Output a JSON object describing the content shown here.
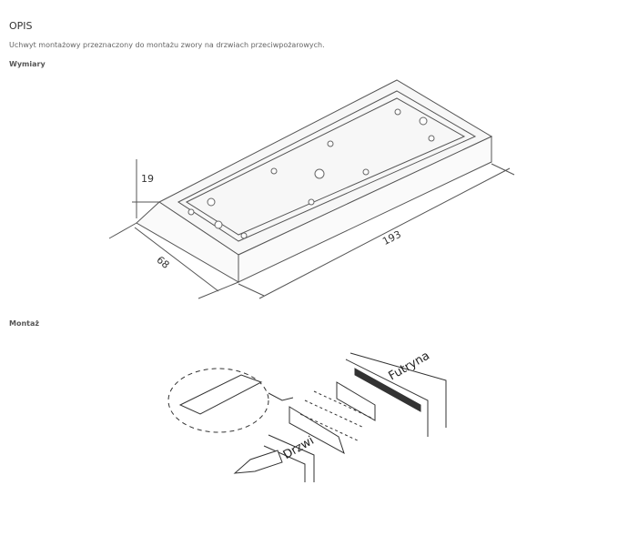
{
  "heading": "OPIS",
  "description": "Uchwyt montażowy przeznaczony do montażu zwory na drzwiach przeciwpożarowych.",
  "dimensions_label": "Wymiary",
  "mounting_label": "Montaż",
  "drawing": {
    "height": "19",
    "width": "68",
    "length": "193"
  },
  "install": {
    "frame": "Futryna",
    "door": "Drzwi"
  }
}
